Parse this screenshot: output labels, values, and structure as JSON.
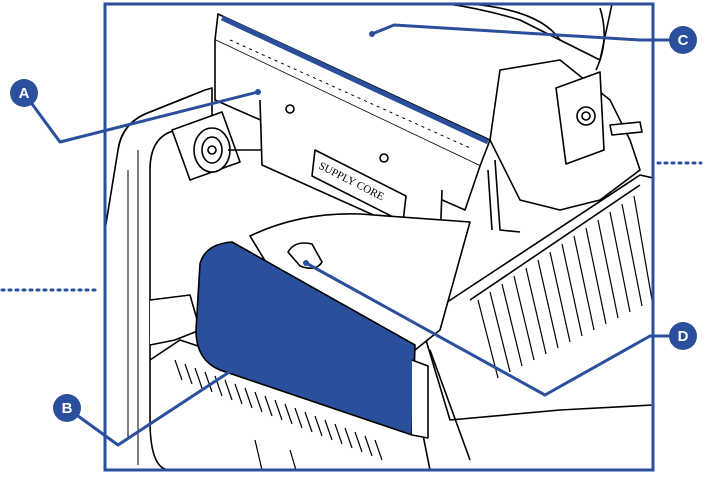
{
  "colors": {
    "accent": "#2a4f9c",
    "line": "#000000",
    "background": "#ffffff"
  },
  "labels": {
    "supply_core": "SUPPLY CORE"
  },
  "callouts": [
    {
      "id": "A",
      "letter": "A"
    },
    {
      "id": "B",
      "letter": "B"
    },
    {
      "id": "C",
      "letter": "C"
    },
    {
      "id": "D",
      "letter": "D"
    }
  ]
}
